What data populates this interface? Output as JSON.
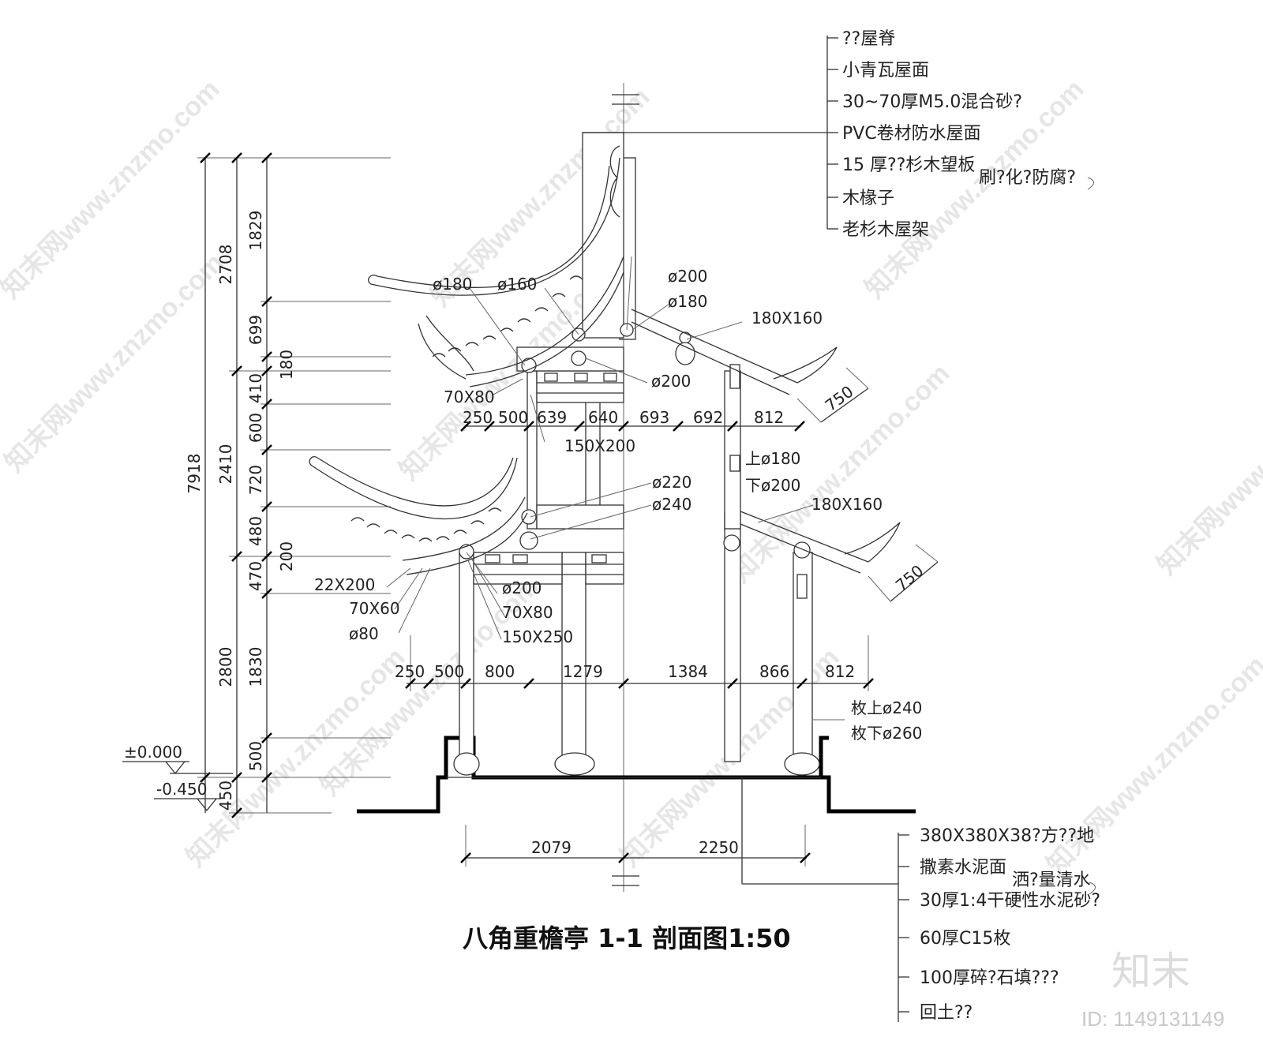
{
  "title": "八角重檐亭 1-1 剖面图1:50",
  "roof_layers": [
    "??屋脊",
    "小青瓦屋面",
    "30~70厚M5.0混合砂?",
    "PVC卷材防水屋面",
    "15 厚??杉木望板",
    "木椽子",
    "老杉木屋架"
  ],
  "roof_layer_note": "刷?化?防腐?",
  "floor_layers": [
    "380X380X38?方??地",
    "撒素水泥面",
    "30厚1:4干硬性水泥砂?",
    "60厚C15枚",
    "100厚碎?石填???",
    "回土??"
  ],
  "floor_layer_note": "洒?量清水",
  "vertical_dims": {
    "total": "7918",
    "upper": "2708",
    "middle": "2410",
    "lower": "2800",
    "base": "450",
    "fine": [
      "1829",
      "699",
      "180",
      "410",
      "600",
      "720",
      "480",
      "200",
      "470",
      "1830",
      "500"
    ]
  },
  "levels": {
    "zero": "±0.000",
    "minus": "-0.450"
  },
  "upper_horizontal_dims": [
    "250",
    "500",
    "639",
    "640",
    "693",
    "692",
    "812"
  ],
  "lower_horizontal_dims": [
    "250",
    "500",
    "800",
    "1279",
    "1384",
    "866",
    "812"
  ],
  "base_dims": [
    "2079",
    "2250"
  ],
  "diag_dims": [
    "750",
    "750"
  ],
  "member_labels": {
    "d180_top": "ø180",
    "d160": "ø160",
    "d200_top": "ø200",
    "d180_right": "ø180",
    "b180x160_upper": "180X160",
    "d200_mid": "ø200",
    "s70x80_upper": "70X80",
    "s150x200": "150X200",
    "upper_col": "上ø180",
    "lower_col": "下ø200",
    "d220": "ø220",
    "d240": "ø240",
    "b180x160_lower": "180X160",
    "s22x200": "22X200",
    "d200_low": "ø200",
    "s70x60": "70X60",
    "s70x80_lower": "70X80",
    "d80": "ø80",
    "s150x250": "150X250",
    "base_top": "枚上ø240",
    "base_bot": "枚下ø260"
  },
  "watermark": "知末网www.znzmo.com",
  "brand": {
    "name": "知末",
    "id": "ID: 1149131149"
  }
}
